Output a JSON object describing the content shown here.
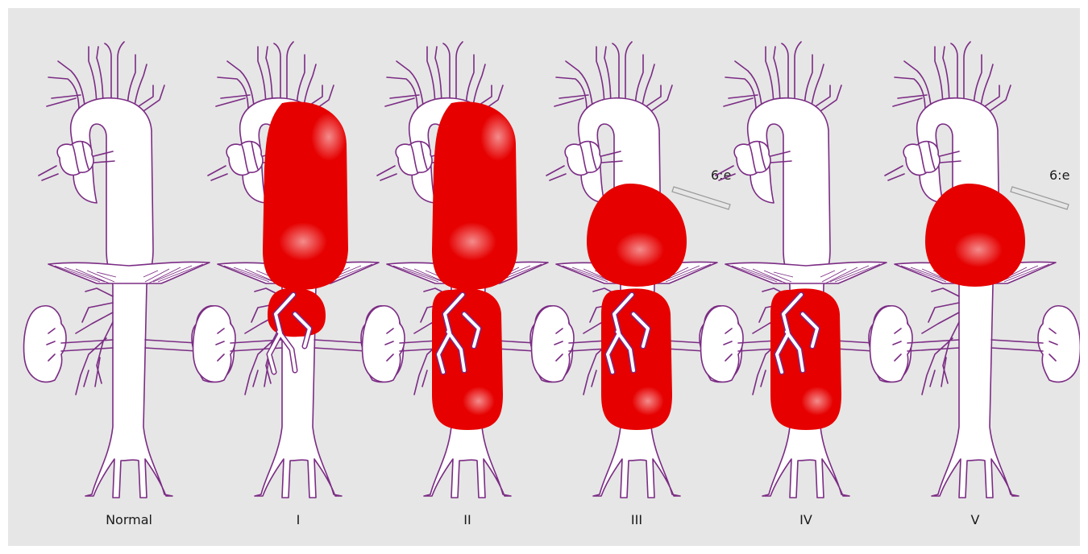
{
  "figure": {
    "background": "#e6e6e6",
    "vessel_outline_color": "#7b2c84",
    "aneurysm_color": "#e60000",
    "panels": [
      {
        "label": "Normal",
        "aneurysm": "none",
        "note": ""
      },
      {
        "label": "I",
        "aneurysm": "thoracic-to-visceral",
        "note": ""
      },
      {
        "label": "II",
        "aneurysm": "thoracic-to-aortic-bifurcation",
        "note": ""
      },
      {
        "label": "III",
        "aneurysm": "sixth-intercostal-to-aortic-bifurcation",
        "note": "6:e"
      },
      {
        "label": "IV",
        "aneurysm": "abdominal-only",
        "note": ""
      },
      {
        "label": "V",
        "aneurysm": "sixth-intercostal-to-visceral",
        "note": "6:e"
      }
    ]
  }
}
